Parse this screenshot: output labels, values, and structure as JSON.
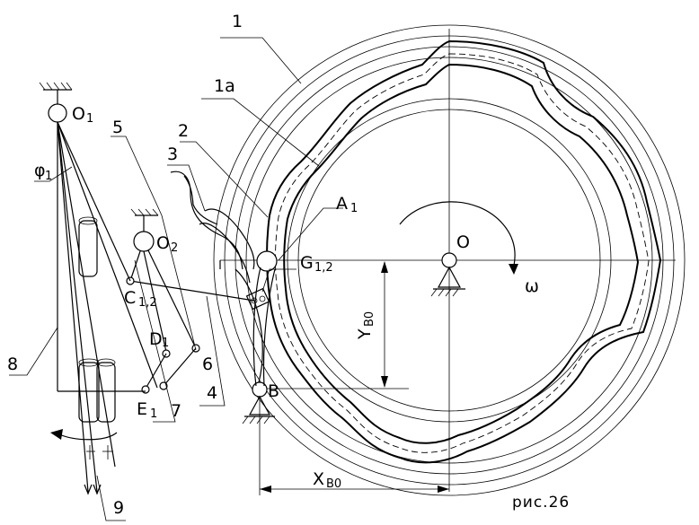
{
  "labels": {
    "n1": "1",
    "n1a": "1a",
    "n2": "2",
    "n3": "3",
    "n4": "4",
    "n5": "5",
    "n6": "6",
    "n7": "7",
    "n8": "8",
    "n9": "9",
    "O": "O",
    "O1_main": "O",
    "O1_sub": "1",
    "O2_main": "O",
    "O2_sub": "2",
    "A1_main": "A",
    "A1_sub": "1",
    "G_main": "G",
    "G_sub": "1,2",
    "C_main": "C",
    "C_sub": "1,2",
    "D_main": "D",
    "D_sub": "1",
    "E_main": "E",
    "E_sub": "1",
    "B": "B",
    "omega": "ω",
    "phi_main": "φ",
    "phi_sub": "1",
    "XB0_main": "X",
    "XB0_sub": "B0",
    "YB0_main": "Y",
    "YB0_sub": "B0",
    "caption": "рис.26"
  }
}
